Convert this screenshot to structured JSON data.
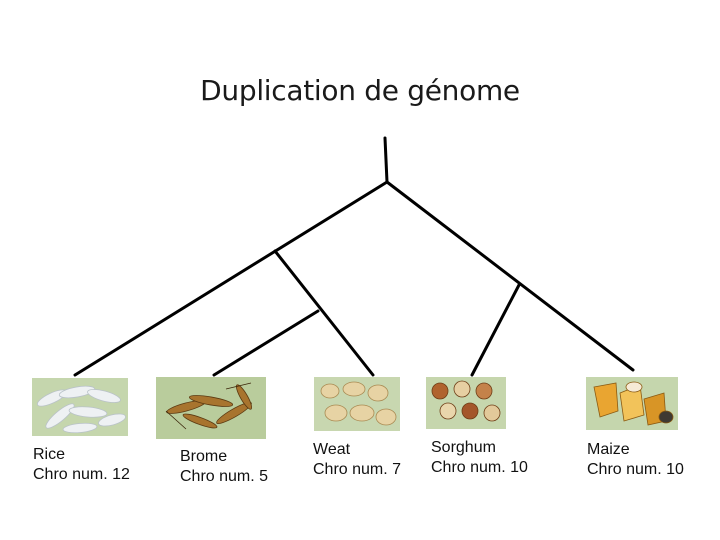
{
  "title": "Duplication de génome",
  "colors": {
    "line": "#000000",
    "thumb_background": "#c5d6ad",
    "rice_grain": "#eef1f3",
    "brome_seed": "#a8742e",
    "wheat_grain": "#e7d3a4",
    "sorghum_seed": "#c4824a",
    "maize_kernel": "#e9a531"
  },
  "taxa": [
    {
      "name": "Rice",
      "chromosomes": "Chro num. 12",
      "image_icon": "rice-grains-photo"
    },
    {
      "name": "Brome",
      "chromosomes": "Chro num. 5",
      "image_icon": "brome-seeds-photo"
    },
    {
      "name": "Weat",
      "chromosomes": "Chro num. 7",
      "image_icon": "wheat-grains-photo"
    },
    {
      "name": "Sorghum",
      "chromosomes": "Chro num. 10",
      "image_icon": "sorghum-seeds-photo"
    },
    {
      "name": "Maize",
      "chromosomes": "Chro num. 10",
      "image_icon": "maize-kernels-photo"
    }
  ]
}
